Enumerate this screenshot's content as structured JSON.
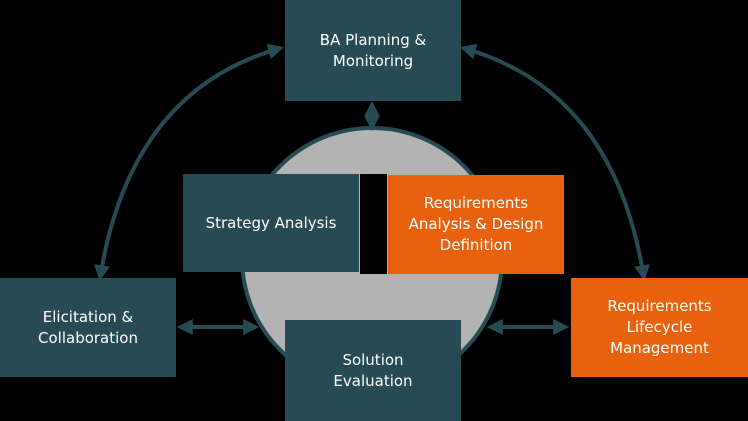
{
  "diagram": {
    "boxes": {
      "ba_planning": {
        "label": "BA Planning &\nMonitoring",
        "color": "#264b55"
      },
      "strategy_analysis": {
        "label": "Strategy Analysis",
        "color": "#264b55"
      },
      "requirements_analysis": {
        "label": "Requirements\nAnalysis & Design\nDefinition",
        "color": "#e8610f"
      },
      "elicitation": {
        "label": "Elicitation &\nCollaboration",
        "color": "#264b55"
      },
      "solution_evaluation": {
        "label": "Solution\nEvaluation",
        "color": "#264b55"
      },
      "requirements_lifecycle": {
        "label": "Requirements\nLifecycle\nManagement",
        "color": "#e8610f"
      }
    },
    "colors": {
      "background": "#000000",
      "arrow": "#264b55",
      "circle_fill": "#b3b3b3"
    }
  }
}
